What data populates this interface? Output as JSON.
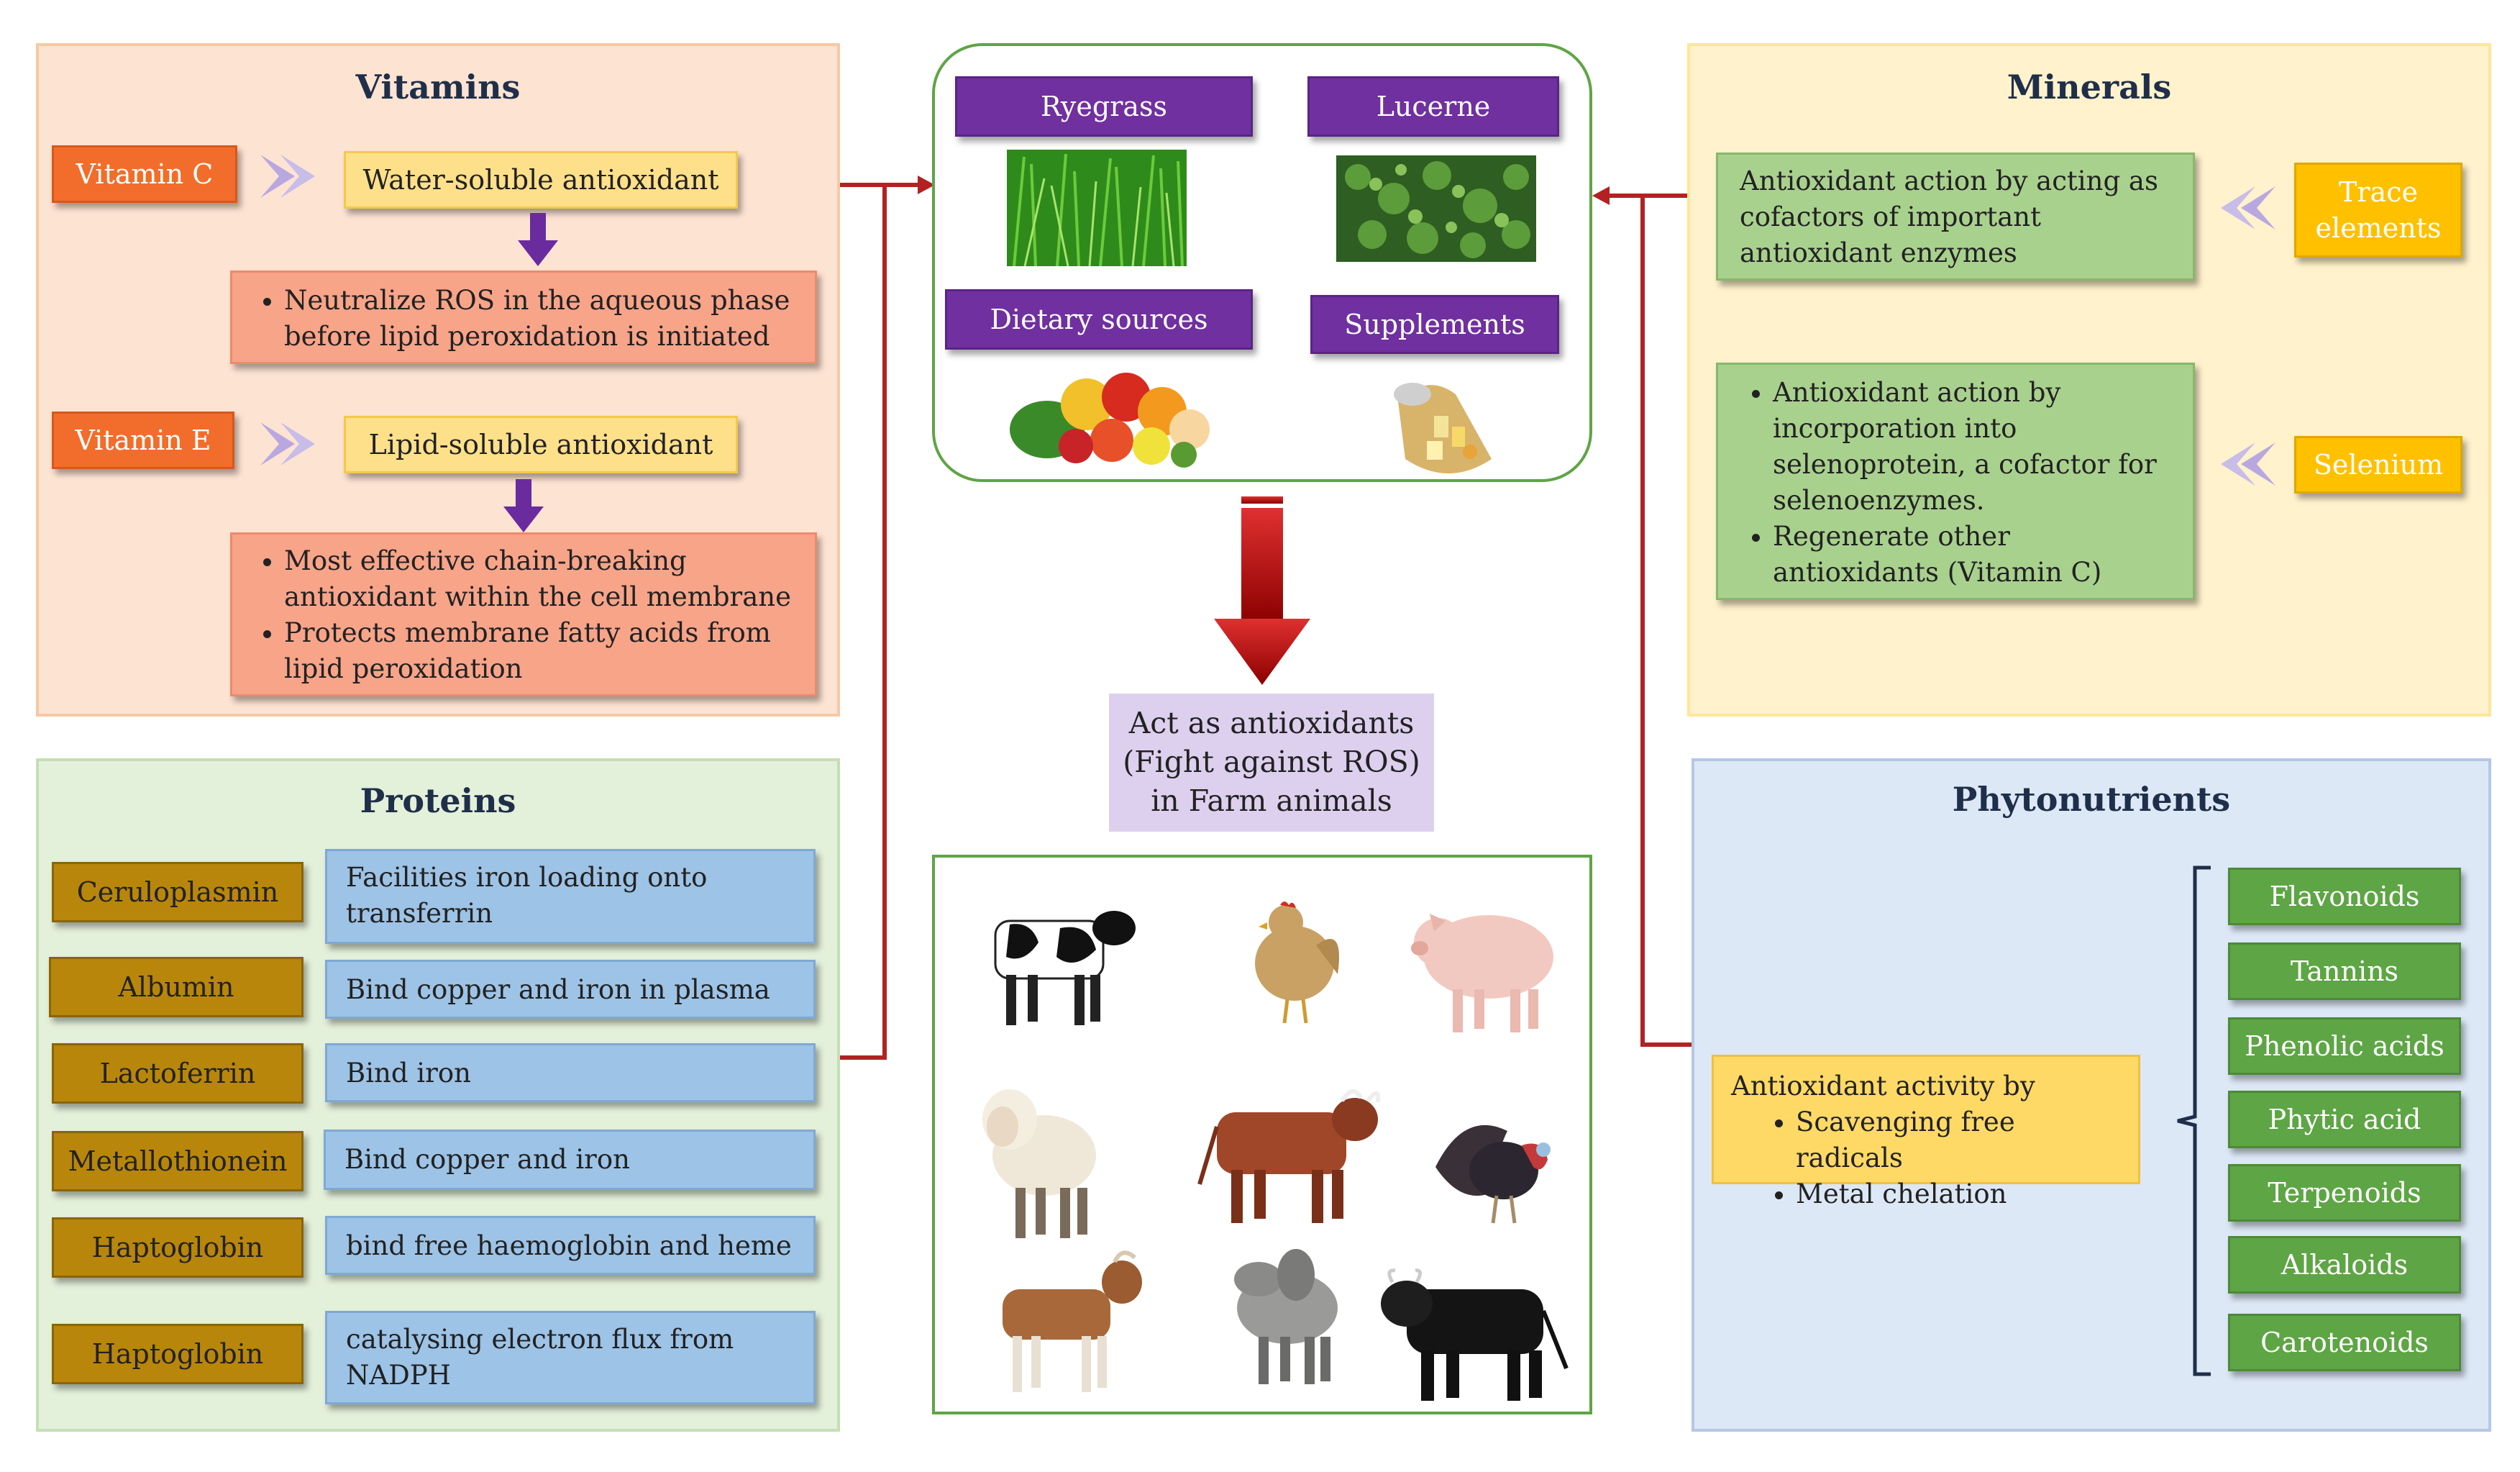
{
  "vitamins": {
    "title": "Vitamins",
    "vitamin_c": {
      "label": "Vitamin C",
      "type": "Water-soluble antioxidant",
      "bullets": [
        "Neutralize ROS in the aqueous phase before lipid peroxidation is initiated"
      ]
    },
    "vitamin_e": {
      "label": "Vitamin E",
      "type": "Lipid-soluble antioxidant",
      "bullets": [
        "Most effective chain-breaking antioxidant within the cell membrane",
        "Protects membrane fatty acids from lipid peroxidation"
      ]
    }
  },
  "proteins": {
    "title": "Proteins",
    "rows": [
      {
        "name": "Ceruloplasmin",
        "desc": "Facilities iron loading onto transferrin"
      },
      {
        "name": "Albumin",
        "desc": "Bind copper and iron in plasma"
      },
      {
        "name": "Lactoferrin",
        "desc": "Bind iron"
      },
      {
        "name": "Metallothionein",
        "desc": "Bind copper and iron"
      },
      {
        "name": "Haptoglobin",
        "desc": "bind free haemoglobin and heme"
      },
      {
        "name": "Haptoglobin",
        "desc": "catalysing electron flux from NADPH"
      }
    ]
  },
  "sources": {
    "ryegrass": "Ryegrass",
    "lucerne": "Lucerne",
    "dietary": "Dietary sources",
    "supplements": "Supplements"
  },
  "center": {
    "result_line1": "Act as antioxidants",
    "result_line2": "(Fight against ROS)",
    "result_line3": "in Farm animals",
    "animals": [
      "cow-holstein",
      "chicken",
      "pig",
      "sheep",
      "ox",
      "turkey",
      "goat",
      "zebu",
      "bull"
    ]
  },
  "minerals": {
    "title": "Minerals",
    "trace": {
      "label_line1": "Trace",
      "label_line2": "elements",
      "desc": "Antioxidant action by acting as cofactors of important antioxidant enzymes"
    },
    "selenium": {
      "label": "Selenium",
      "bullets": [
        "Antioxidant action by incorporation into selenoprotein, a cofactor for selenoenzymes.",
        "Regenerate other antioxidants (Vitamin C)"
      ]
    }
  },
  "phytonutrients": {
    "title": "Phytonutrients",
    "activity_title": "Antioxidant activity by",
    "activity_bullets": [
      "Scavenging free radicals",
      "Metal chelation"
    ],
    "items": [
      "Flavonoids",
      "Tannins",
      "Phenolic acids",
      "Phytic acid",
      "Terpenoids",
      "Alkaloids",
      "Carotenoids"
    ]
  },
  "colors": {
    "vitamin_bg": "#fde3d2",
    "vitamin_border": "#f6c9a4",
    "protein_bg": "#e3f0da",
    "protein_border": "#c5dfb4",
    "mineral_bg": "#fff2cc",
    "mineral_border": "#ffe699",
    "phyto_bg": "#dde8f6",
    "phyto_border": "#b4c7e7",
    "connector": "#b22222"
  }
}
